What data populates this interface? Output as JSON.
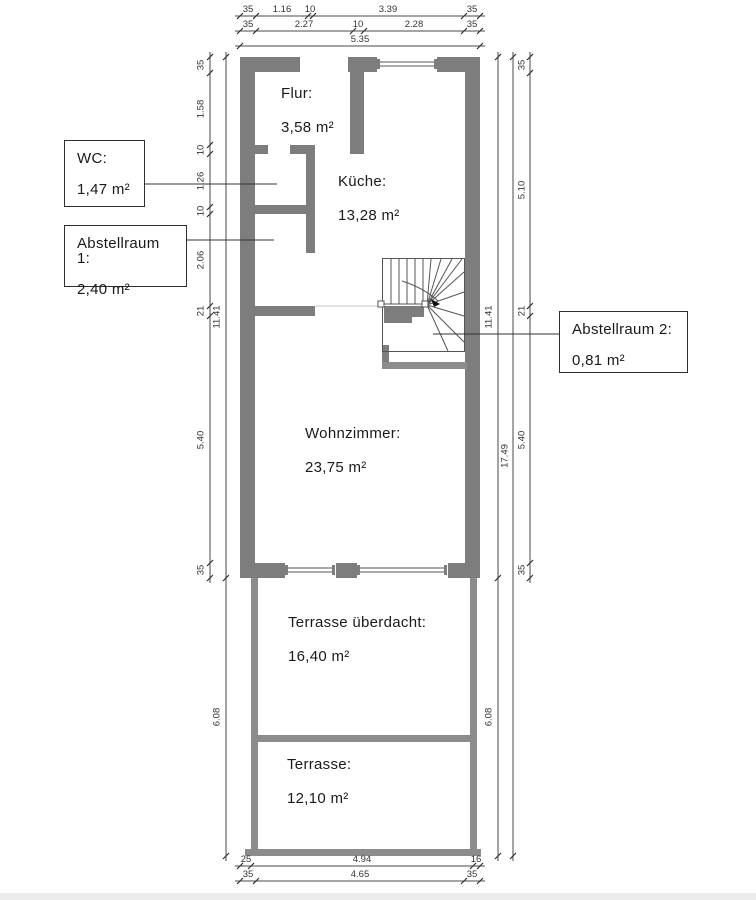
{
  "rooms": {
    "flur": {
      "name": "Flur:",
      "area": "3,58 m²"
    },
    "kueche": {
      "name": "Küche:",
      "area": "13,28 m²"
    },
    "wohnzimmer": {
      "name": "Wohnzimmer:",
      "area": "23,75 m²"
    },
    "terrasse_ueberdacht": {
      "name": "Terrasse überdacht:",
      "area": "16,40 m²"
    },
    "terrasse": {
      "name": "Terrasse:",
      "area": "12,10 m²"
    }
  },
  "callouts": {
    "wc": {
      "name": "WC:",
      "area": "1,47 m²"
    },
    "abstellraum1": {
      "name": "Abstellraum 1:",
      "area": "2,40 m²"
    },
    "abstellraum2": {
      "name": "Abstellraum 2:",
      "area": "0,81 m²"
    }
  },
  "dimensions": {
    "top_row1": [
      "35",
      "1.16",
      "10",
      "3.39",
      "35"
    ],
    "top_row2": [
      "35",
      "2.27",
      "10",
      "2.28",
      "35"
    ],
    "top_total": "5.35",
    "bottom_row1": [
      "25",
      "4.94",
      "16"
    ],
    "bottom_row2": [
      "35",
      "4.65",
      "35"
    ],
    "left_chain": [
      "35",
      "1.58",
      "10",
      "1.26",
      "10",
      "2.06",
      "21",
      "5.40",
      "35"
    ],
    "left_total": "11.41",
    "left_terrace": "6.08",
    "right_chain": [
      "35",
      "5.10",
      "21",
      "5.40",
      "35"
    ],
    "right_total_inner": "11.41",
    "right_total_outer": "17.49",
    "right_terrace": "6.08"
  },
  "colors": {
    "wall": "#7d7d7d",
    "terrace_wall": "#8c8c8c",
    "dimension_line": "#4a4a4a",
    "text": "#1a1a1a",
    "background": "#ffffff"
  }
}
